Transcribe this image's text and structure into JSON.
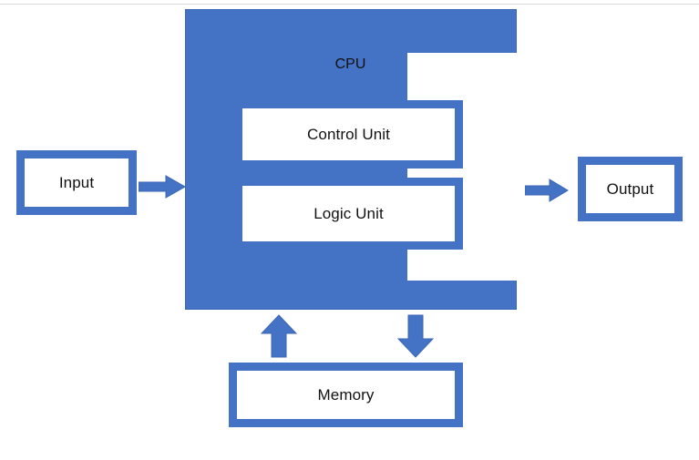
{
  "diagram": {
    "title": "Computer architecture block diagram",
    "colors": {
      "accent_blue": "#4472C4",
      "fill_white": "#FFFFFF",
      "text_black": "#111111",
      "rule_grey": "#D9D9D9"
    },
    "blocks": {
      "input": {
        "label": "Input"
      },
      "cpu": {
        "label": "CPU"
      },
      "control_unit": {
        "label": "Control Unit"
      },
      "logic_unit": {
        "label": "Logic Unit"
      },
      "output": {
        "label": "Output"
      },
      "memory": {
        "label": "Memory"
      }
    },
    "arrows": [
      {
        "name": "input-to-cpu",
        "direction": "right",
        "from": "Input",
        "to": "CPU"
      },
      {
        "name": "cpu-to-output",
        "direction": "right",
        "from": "CPU",
        "to": "Output"
      },
      {
        "name": "memory-to-cpu",
        "direction": "up",
        "from": "Memory",
        "to": "CPU"
      },
      {
        "name": "cpu-to-memory",
        "direction": "down",
        "from": "CPU",
        "to": "Memory"
      }
    ]
  }
}
